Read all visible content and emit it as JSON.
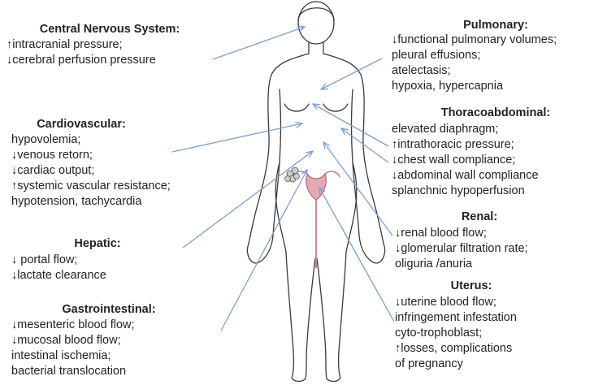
{
  "sections": {
    "cns": {
      "title": "Central Nervous System:",
      "lines": [
        "↑intracranial pressure;",
        "↓cerebral perfusion pressure"
      ]
    },
    "cardio": {
      "title": "Cardiovascular:",
      "lines": [
        "hypovolemia;",
        "↓venous retorn;",
        "↓cardiac output;",
        "↑systemic vascular resistance;",
        "hypotension, tachycardia"
      ]
    },
    "hepatic": {
      "title": "Hepatic:",
      "lines": [
        "↓ portal flow;",
        "↓lactate clearance"
      ]
    },
    "gi": {
      "title": "Gastrointestinal:",
      "lines": [
        "↓mesenteric blood flow;",
        "↓mucosal blood flow;",
        "intestinal ischemia;",
        "bacterial translocation"
      ]
    },
    "pulmonary": {
      "title": "Pulmonary:",
      "lines": [
        "↓functional pulmonary volumes;",
        "pleural effusions;",
        "atelectasis;",
        "hypoxia, hypercapnia"
      ]
    },
    "thoraco": {
      "title": "Thoracoabdominal:",
      "lines": [
        "elevated diaphragm;",
        "↑intrathoracic pressure;",
        "↓chest wall compliance;",
        "↓abdominal wall compliance",
        "splanchnic hypoperfusion"
      ]
    },
    "renal": {
      "title": "Renal:",
      "lines": [
        "↓renal blood flow;",
        "↓glomerular filtration rate;",
        "oliguria /anuria"
      ]
    },
    "uterus": {
      "title": "Uterus:",
      "lines": [
        "↓uterine blood flow;",
        "infringement infestation",
        "cyto-trophoblast;",
        "↑losses, complications",
        "of pregnancy"
      ]
    }
  },
  "colors": {
    "arrow": "#7f9fcf",
    "outline": "#3a3a3a",
    "uterus": "#d9a0a8",
    "text": "#232323"
  }
}
